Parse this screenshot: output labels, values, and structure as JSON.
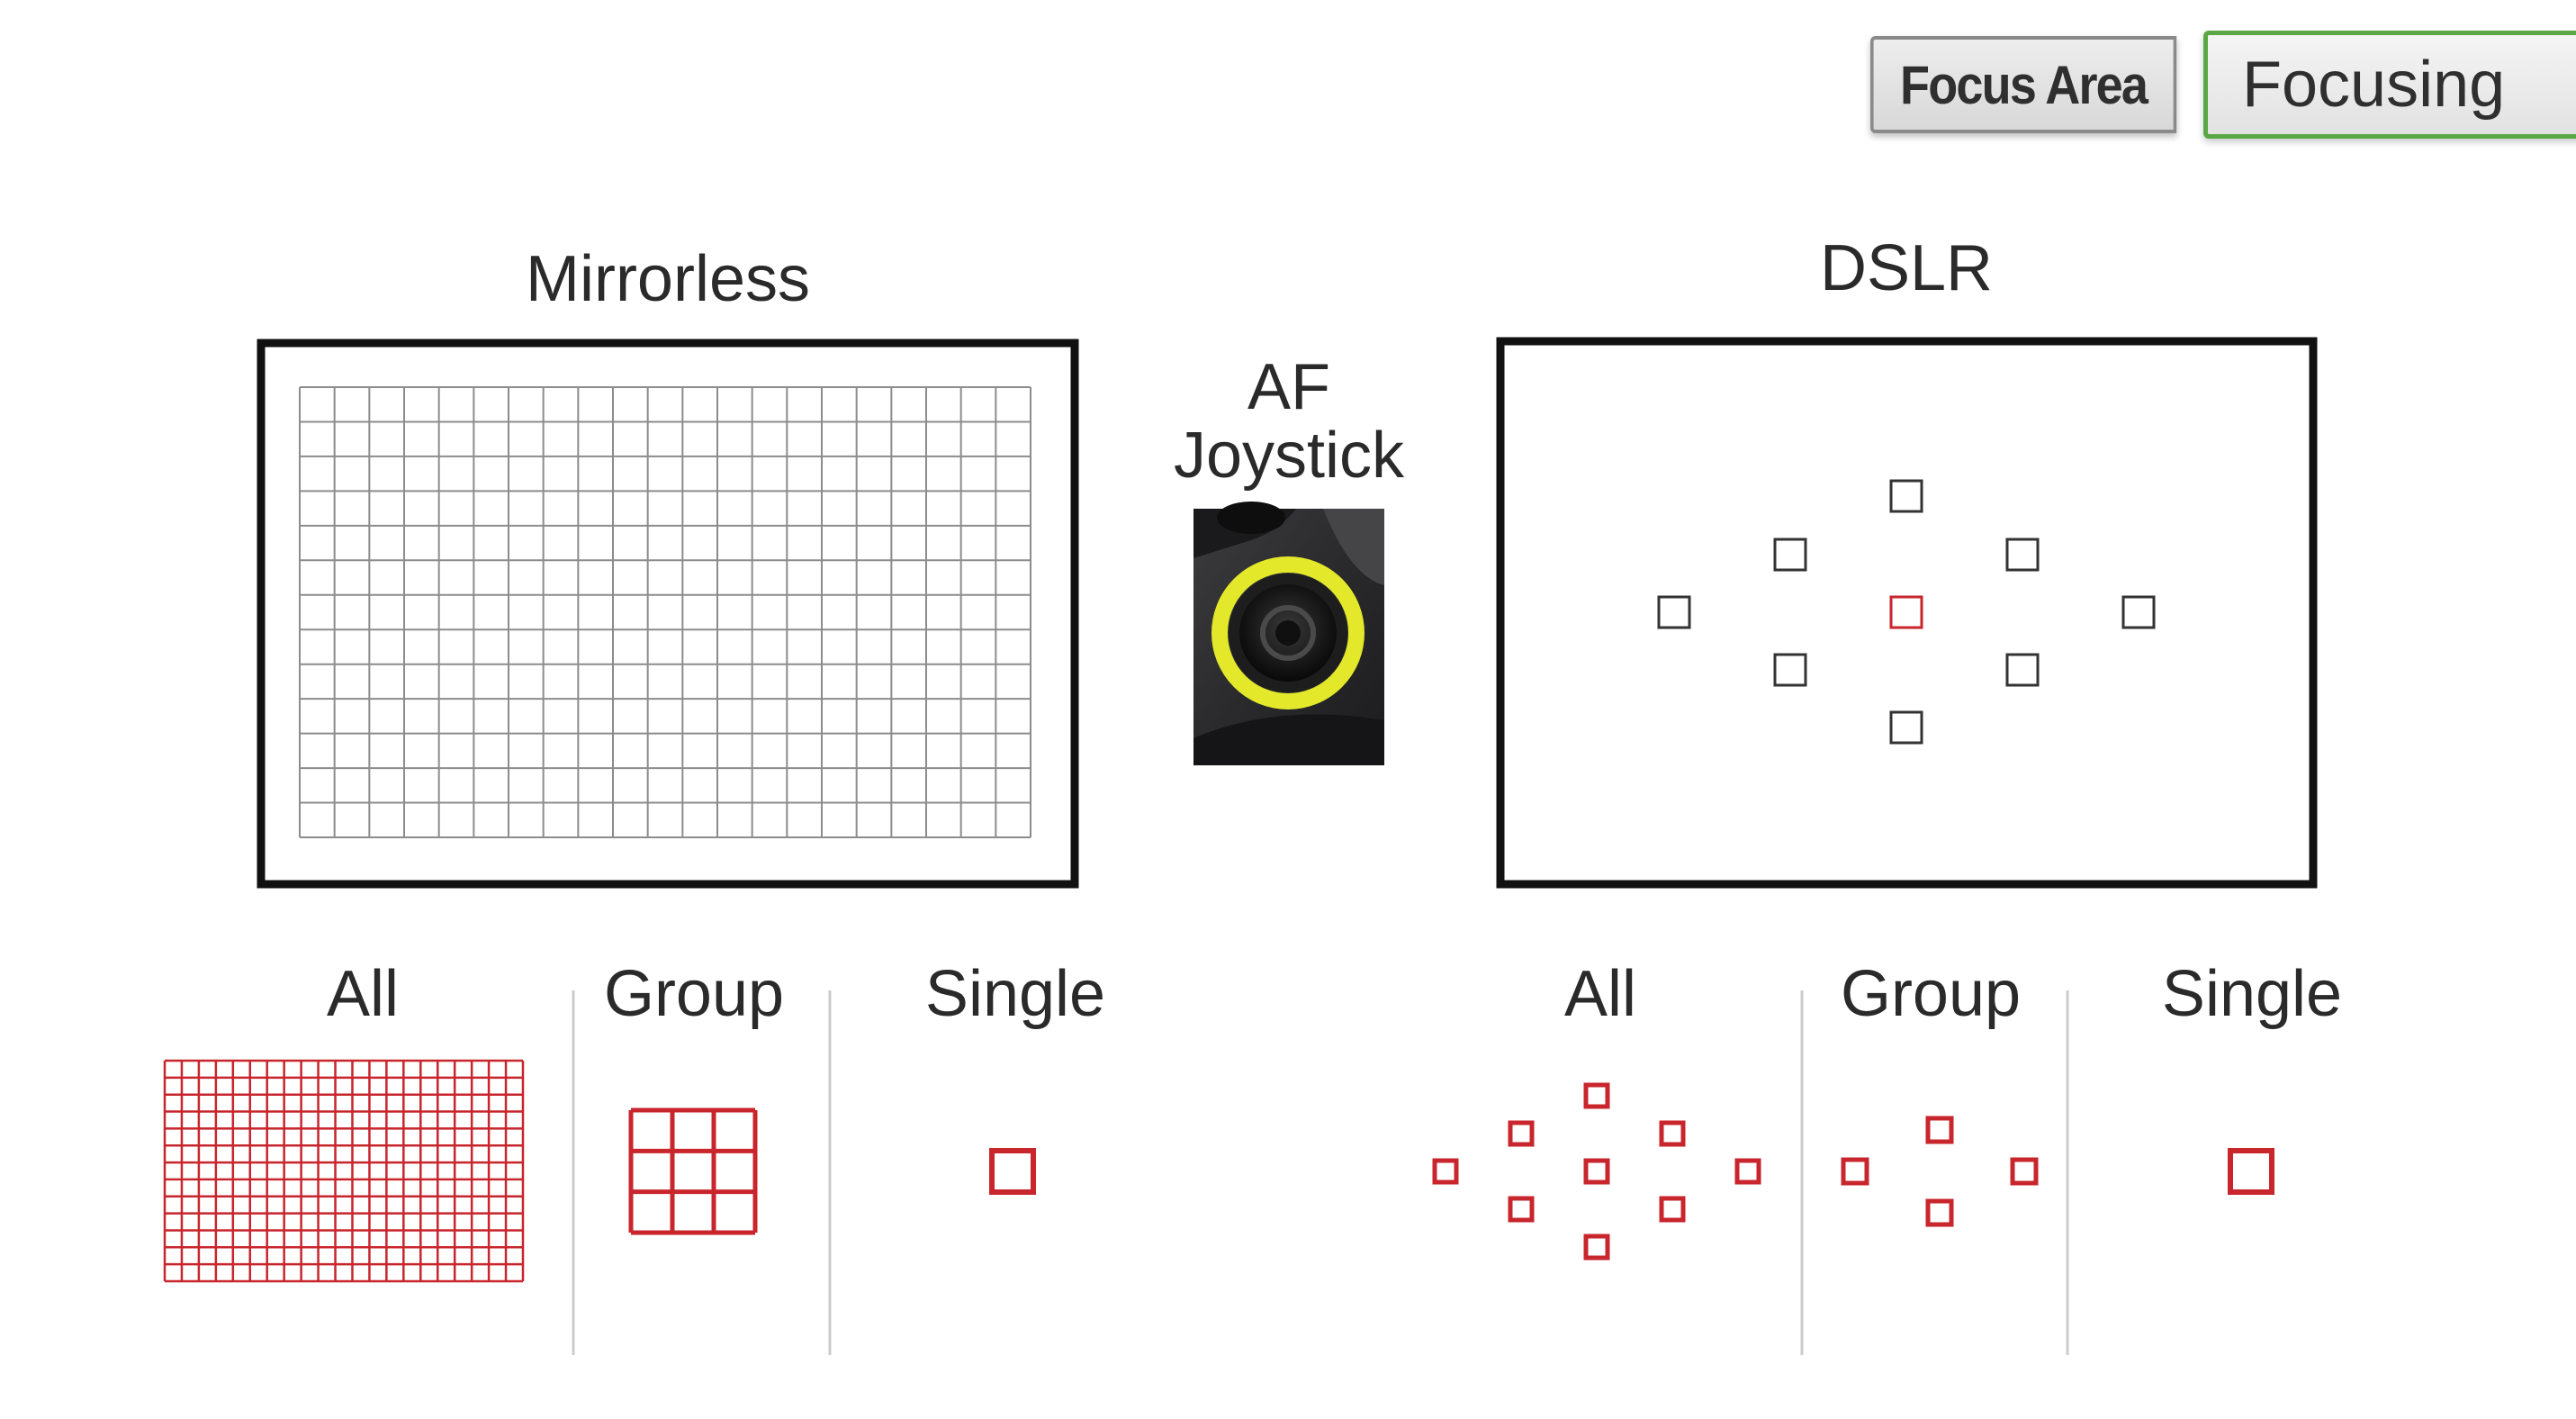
{
  "tabs": {
    "focus_area": "Focus Area",
    "focusing": "Focusing"
  },
  "labels": {
    "mirrorless": "Mirrorless",
    "dslr": "DSLR",
    "af_line1": "AF",
    "af_line2": "Joystick",
    "all_left": "All",
    "group_left": "Group",
    "single_left": "Single",
    "all_right": "All",
    "group_right": "Group",
    "single_right": "Single"
  },
  "colors": {
    "frame": "#111111",
    "grid_gray": "#8c8c8c",
    "af_red": "#c8252c",
    "joystick_ring": "#e3e82a",
    "divider": "#cccccc"
  },
  "mirrorless_grid": {
    "cols": 21,
    "rows": 13
  },
  "all_grid_small": {
    "cols": 21,
    "rows": 13
  },
  "group_grid": {
    "cols": 3,
    "rows": 3
  },
  "dslr_points": {
    "count": 9,
    "active": "center"
  },
  "dslr_group_points": {
    "count": 4
  }
}
